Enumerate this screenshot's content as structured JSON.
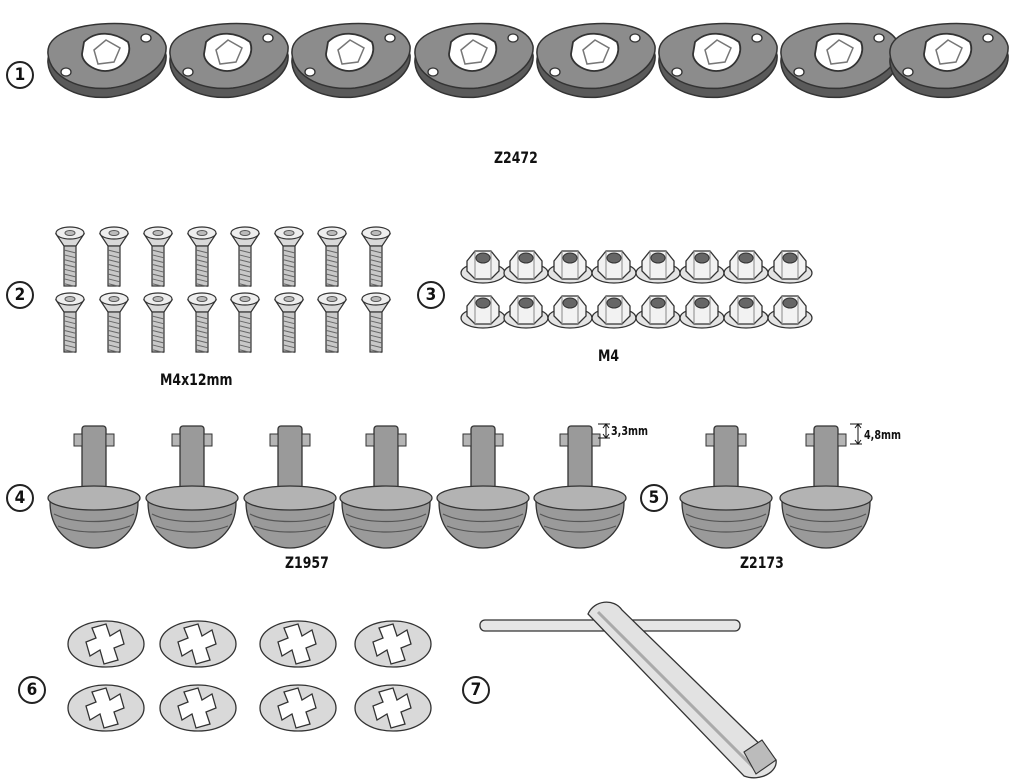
{
  "parts": [
    {
      "index": "1",
      "label": "Z2472",
      "quantity": 8,
      "item": "mounting-plate"
    },
    {
      "index": "2",
      "label": "M4x12mm",
      "quantity": 16,
      "item": "countersunk-screw"
    },
    {
      "index": "3",
      "label": "M4",
      "quantity": 16,
      "item": "flange-nut"
    },
    {
      "index": "4",
      "label": "Z1957",
      "quantity": 6,
      "item": "rubber-plug",
      "dimension": "3,3mm"
    },
    {
      "index": "5",
      "label": "Z2173",
      "quantity": 2,
      "item": "rubber-plug",
      "dimension": "4,8mm"
    },
    {
      "index": "6",
      "label": "",
      "quantity": 8,
      "item": "clip-washer"
    },
    {
      "index": "7",
      "label": "",
      "quantity": 1,
      "item": "t-handle-key"
    }
  ],
  "colors": {
    "plate": "#8c8c8c",
    "plate_edge": "#5a5a5a",
    "light_gray": "#d9d9d9",
    "rubber": "#9a9a9a",
    "outline": "#333333"
  }
}
